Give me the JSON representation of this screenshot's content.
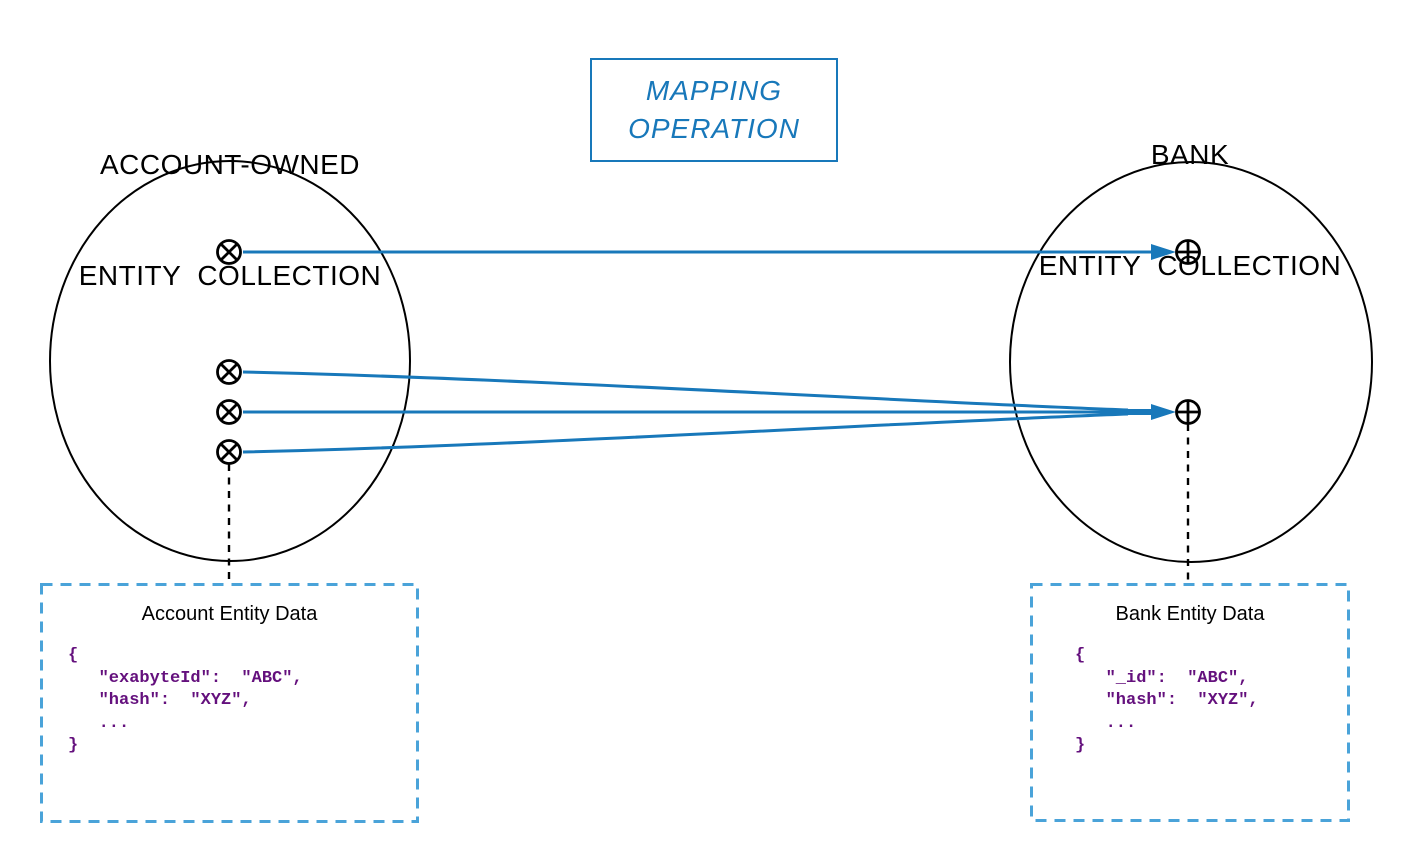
{
  "colors": {
    "arrow_blue": "#1878ba",
    "box_dash_blue": "#4aa3d9",
    "code_purple": "#64107d",
    "shape_black": "#000000"
  },
  "left_collection": {
    "title_line1": "ACCOUNT-OWNED",
    "title_line2": "ENTITY  COLLECTION",
    "data_box": {
      "title": "Account Entity Data",
      "code": "{\n   \"exabyteId\":  \"ABC\",\n   \"hash\":  \"XYZ\",\n   ...\n}"
    }
  },
  "mapping_box": {
    "line1": "MAPPING",
    "line2": "OPERATION"
  },
  "right_collection": {
    "title_line1": "BANK",
    "title_line2": "ENTITY  COLLECTION",
    "data_box": {
      "title": "Bank Entity Data",
      "code": "{\n   \"_id\":  \"ABC\",\n   \"hash\":  \"XYZ\",\n   ...\n}"
    }
  }
}
